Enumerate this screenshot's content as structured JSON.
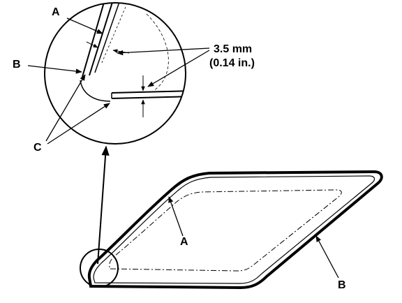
{
  "labels": {
    "detail_a": "A",
    "detail_b": "B",
    "detail_c": "C",
    "dimension_mm": "3.5 mm",
    "dimension_in": "(0.14 in.)",
    "glass_a": "A",
    "glass_b": "B"
  }
}
